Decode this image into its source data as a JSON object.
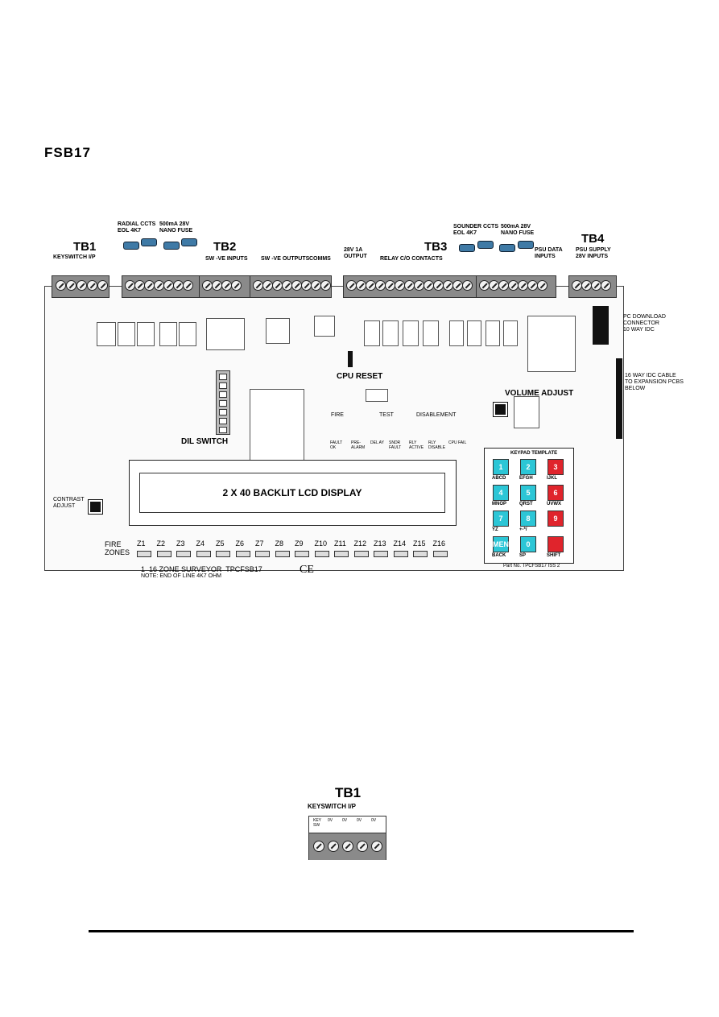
{
  "page_title": "FSB17",
  "labels": {
    "tb1": "TB1",
    "keyswitch_ip": "KEYSWITCH I/P",
    "radial_ccts": "RADIAL CCTS\nEOL 4K7",
    "nano_fuse_1": "500mA 28V\nNANO FUSE",
    "tb2": "TB2",
    "sw_ve_inputs": "SW -VE INPUTS",
    "sw_ve_outputs": "SW -VE OUTPUTS",
    "comms": "COMMS",
    "output_28v": "28V 1A\nOUTPUT",
    "tb3": "TB3",
    "relay_contacts": "RELAY C/O CONTACTS",
    "sounder_ccts": "SOUNDER CCTS\nEOL 4K7",
    "nano_fuse_2": "500mA 28V\nNANO FUSE",
    "psu_data": "PSU DATA\nINPUTS",
    "tb4": "TB4",
    "psu_supply": "PSU SUPPLY\n28V INPUTS",
    "pc_download": "PC DOWNLOAD\nCONNECTOR\n10 WAY IDC",
    "idc_cable": "16 WAY IDC CABLE\nTO EXPANSION PCBS\nBELOW",
    "cpu_reset": "CPU RESET",
    "volume_adjust": "VOLUME ADJUST",
    "dil_switch": "DIL SWITCH",
    "lcd": "2 X 40 BACKLIT LCD DISPLAY",
    "contrast": "CONTRAST\nADJUST",
    "keypad_template": "KEYPAD TEMPLATE",
    "fire_zones": "FIRE\nZONES",
    "board_caption": "1  16 ZONE SURVEYOR  TPCFSB17",
    "board_note": "NOTE: END OF LINE 4K7 OHM",
    "part_no": "Part No. TPCFSB17 ISS 2",
    "fire_row": "FIRE",
    "test_row": "TEST",
    "disablement_row": "DISABLEMENT"
  },
  "keypad": [
    {
      "key": "1",
      "color": "#2cc6d6",
      "sub": "ABCD"
    },
    {
      "key": "2",
      "color": "#2cc6d6",
      "sub": "EFGH"
    },
    {
      "key": "3",
      "color": "#e0242c",
      "sub": "IJKL"
    },
    {
      "key": "4",
      "color": "#2cc6d6",
      "sub": "MNOP"
    },
    {
      "key": "5",
      "color": "#2cc6d6",
      "sub": "QRST"
    },
    {
      "key": "6",
      "color": "#e0242c",
      "sub": "UVWX"
    },
    {
      "key": "7",
      "color": "#2cc6d6",
      "sub": "YZ"
    },
    {
      "key": "8",
      "color": "#2cc6d6",
      "sub": "+-*/"
    },
    {
      "key": "9",
      "color": "#e0242c",
      "sub": ""
    },
    {
      "key": "MEN",
      "color": "#2cc6d6",
      "sub": "BACK"
    },
    {
      "key": "0",
      "color": "#2cc6d6",
      "sub": "SP"
    },
    {
      "key": "",
      "color": "#e0242c",
      "sub": "SHIFT"
    }
  ],
  "zones": [
    "Z1",
    "Z2",
    "Z3",
    "Z4",
    "Z5",
    "Z6",
    "Z7",
    "Z8",
    "Z9",
    "Z10",
    "Z11",
    "Z12",
    "Z13",
    "Z14",
    "Z15",
    "Z16"
  ],
  "led_labels": [
    "FAULT\nOK",
    "PRE-\nALARM",
    "DEL AY",
    "SNDR\nFAULT",
    "RLY\nACTIVE",
    "RLY\nDISABLE",
    "CPU FAIL"
  ],
  "detail": {
    "title": "TB1",
    "subtitle": "KEYSWITCH I/P",
    "pins": [
      "KEY\nSW",
      "0V",
      "0V",
      "0V",
      "0V"
    ]
  }
}
